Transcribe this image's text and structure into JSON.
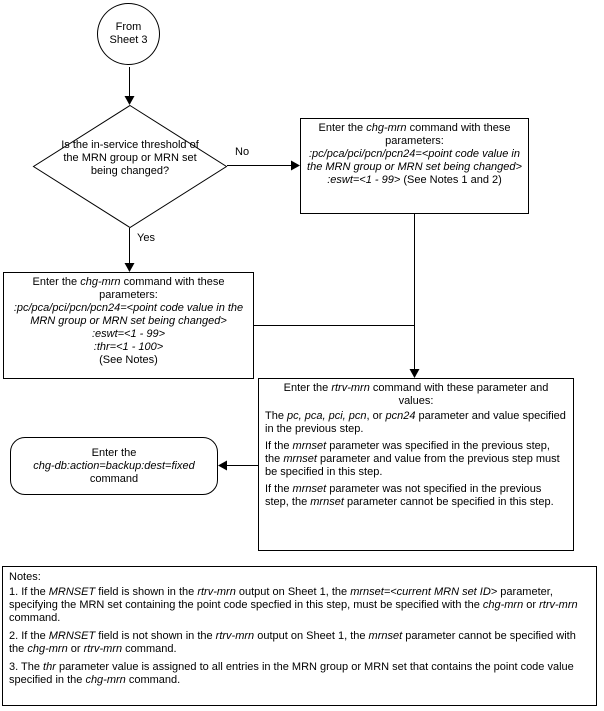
{
  "diagram": {
    "start": {
      "label": "From\nSheet 3"
    },
    "decision": {
      "question": "Is the in-service threshold of the MRN group or MRN set being changed?"
    },
    "edges": {
      "no": "No",
      "yes": "Yes"
    },
    "chg_mrn_eswt_box": {
      "intro": [
        {
          "t": "Enter the "
        },
        {
          "t": "chg-mrn",
          "i": true
        },
        {
          "t": " command with these parameters:"
        }
      ],
      "params": [
        {
          "t": ":pc/pca/pci/pcn/pcn24=<point code value in the MRN group or MRN set being changed>",
          "i": true
        }
      ],
      "eswt_line": [
        {
          "t": ":eswt=<1 - 99> ",
          "i": true
        },
        {
          "t": "(See Notes 1 and 2)"
        }
      ]
    },
    "chg_mrn_thr_box": {
      "intro": [
        {
          "t": "Enter the "
        },
        {
          "t": "chg-mrn",
          "i": true
        },
        {
          "t": " command with these parameters:"
        }
      ],
      "params": [
        {
          "t": ":pc/pca/pci/pcn/pcn24=<point code value in the MRN group or MRN set being changed>",
          "i": true
        }
      ],
      "eswt": ":eswt=<1 - 99>",
      "thr": ":thr=<1 - 100>",
      "see_notes": "(See Notes)"
    },
    "rtrv_mrn_box": {
      "intro": [
        {
          "t": "Enter the "
        },
        {
          "t": "rtrv-mrn",
          "i": true
        },
        {
          "t": " command with these parameter and values:"
        }
      ],
      "p1": [
        {
          "t": "The "
        },
        {
          "t": "pc, pca, pci, pcn",
          "i": true
        },
        {
          "t": ", or "
        },
        {
          "t": "pcn24",
          "i": true
        },
        {
          "t": " parameter and value specified in the previous step."
        }
      ],
      "p2": [
        {
          "t": "If the "
        },
        {
          "t": "mrnset",
          "i": true
        },
        {
          "t": " parameter was specified in the previous step, the "
        },
        {
          "t": "mrnset",
          "i": true
        },
        {
          "t": " parameter and value from the previous step must be specified in this step."
        }
      ],
      "p3": [
        {
          "t": "If the "
        },
        {
          "t": "mrnset",
          "i": true
        },
        {
          "t": " parameter was not specified in the previous step, the "
        },
        {
          "t": "mrnset",
          "i": true
        },
        {
          "t": " parameter cannot be specified in this step."
        }
      ]
    },
    "chg_db_box": {
      "line1": "Enter the",
      "line2": "chg-db:action=backup:dest=fixed",
      "line3": "command"
    },
    "notes": {
      "title": "Notes:",
      "items": [
        {
          "segments": [
            {
              "t": "1.  If the "
            },
            {
              "t": "MRNSET",
              "i": true
            },
            {
              "t": " field is shown in the "
            },
            {
              "t": "rtrv-mrn",
              "i": true
            },
            {
              "t": " output on Sheet 1, the "
            },
            {
              "t": "mrnset=<current MRN set ID>",
              "i": true
            },
            {
              "t": " parameter, specifying the MRN set containing the point code specfied in this step, must be specified with the "
            },
            {
              "t": "chg-mrn",
              "i": true
            },
            {
              "t": " or "
            },
            {
              "t": "rtrv-mrn",
              "i": true
            },
            {
              "t": " command."
            }
          ]
        },
        {
          "segments": [
            {
              "t": "2. If the "
            },
            {
              "t": "MRNSET",
              "i": true
            },
            {
              "t": " field is not shown in the "
            },
            {
              "t": "rtrv-mrn",
              "i": true
            },
            {
              "t": " output on Sheet 1, the "
            },
            {
              "t": "mrnset",
              "i": true
            },
            {
              "t": " parameter cannot be specified with the "
            },
            {
              "t": "chg-mrn",
              "i": true
            },
            {
              "t": " or "
            },
            {
              "t": "rtrv-mrn",
              "i": true
            },
            {
              "t": " command."
            }
          ]
        },
        {
          "segments": [
            {
              "t": "3. The "
            },
            {
              "t": "thr",
              "i": true
            },
            {
              "t": " parameter value is assigned to all entries in the MRN group or MRN set that contains the point code value specified in the "
            },
            {
              "t": "chg-mrn",
              "i": true
            },
            {
              "t": " command."
            }
          ]
        }
      ]
    },
    "colors": {
      "ink": "#000000",
      "paper": "#ffffff"
    }
  }
}
